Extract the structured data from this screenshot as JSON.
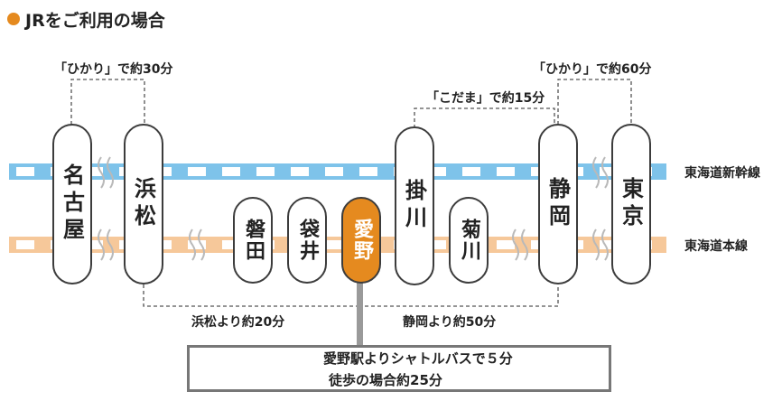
{
  "heading": {
    "text": "JRをご利用の場合"
  },
  "lines": {
    "shinkansen": "東海道新幹線",
    "honsen": "東海道本線"
  },
  "stations": {
    "nagoya": "名古屋",
    "hamamatsu": "浜松",
    "iwata": "磐田",
    "fukuroi": "袋井",
    "aino": "愛野",
    "kakegawa": "掛川",
    "kikugawa": "菊川",
    "shizuoka": "静岡",
    "tokyo": "東京"
  },
  "captions": {
    "hikari_nagoya": "「ひかり」で約30分",
    "hikari_tokyo": "「ひかり」で約60分",
    "kodama": "「こだま」で約15分",
    "from_hamamatsu": "浜松より約20分",
    "from_shizuoka": "静岡より約50分"
  },
  "bus": {
    "line1": "愛野駅よりシャトルバスで５分",
    "line2": "徒歩の場合約25分"
  },
  "colors": {
    "accent_orange": "#e58a1f",
    "shinkansen_blue": "#7ec3ea",
    "honsen_orange": "#f6c89a",
    "bus_gray": "#a8a8a8"
  }
}
